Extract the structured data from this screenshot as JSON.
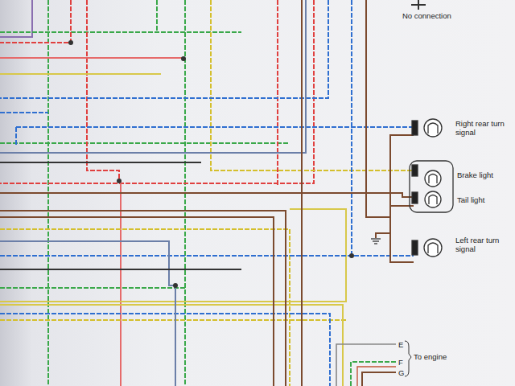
{
  "diagram": {
    "labels": [
      "No connection",
      "Right rear turn signal",
      "Brake light",
      "Tail light",
      "Left rear turn signal",
      "E",
      "F",
      "G",
      "To engine"
    ]
  }
}
